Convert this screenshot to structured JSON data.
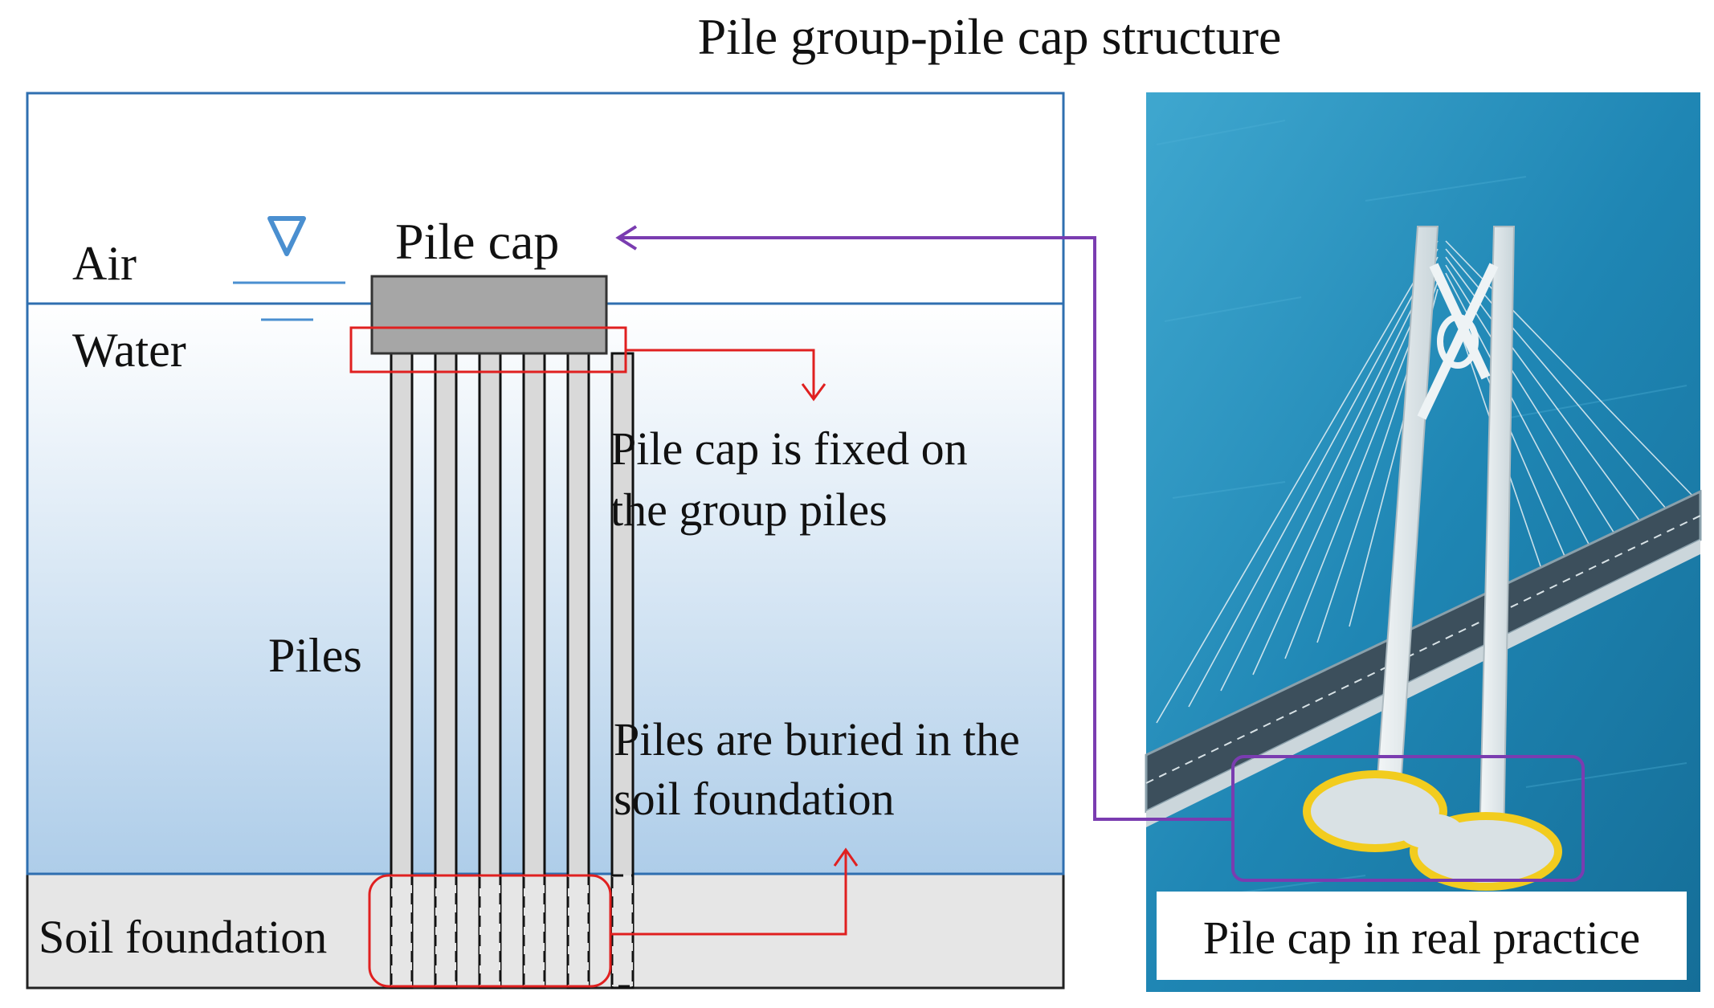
{
  "title": "Pile group-pile cap structure",
  "labels": {
    "air": "Air",
    "water": "Water",
    "pile_cap": "Pile cap",
    "piles": "Piles",
    "soil_foundation": "Soil foundation",
    "note_fixed_line1": "Pile cap is fixed on",
    "note_fixed_line2": "the group piles",
    "note_buried_line1": "Piles are buried in the",
    "note_buried_line2": "soil foundation",
    "photo_caption": "Pile cap in real practice"
  },
  "icons": {
    "water_level": "inverted-triangle-icon"
  },
  "colors": {
    "frame_blue": "#2f6fb0",
    "highlight_red": "#e02020",
    "link_purple": "#7a3cb0",
    "pile_cap_gray": "#a6a6a6",
    "soil_gray": "#e6e6e6",
    "pile_gray": "#d9d9d9",
    "water_top": "#ffffff",
    "water_bottom": "#aecde9",
    "sea": "#1f7fa8"
  }
}
